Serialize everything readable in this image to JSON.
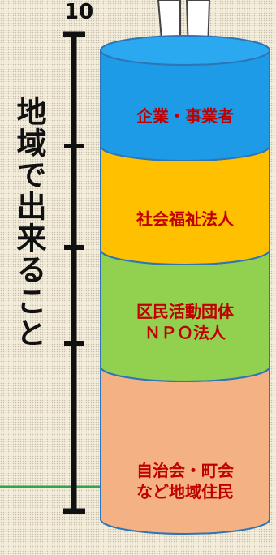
{
  "scale": {
    "top_label": "10",
    "tick_count": 5
  },
  "axis_title": "地域で出来ること",
  "segments": [
    {
      "label": "企業・事業者",
      "color": "#1e9be6"
    },
    {
      "label": "社会福祉法人",
      "color": "#ffc000"
    },
    {
      "label": "区民活動団体\nＮＰＯ法人",
      "color": "#92d050"
    },
    {
      "label": "自治会・町会\nなど地域住民",
      "color": "#f4b183"
    }
  ],
  "colors": {
    "outline": "#2e75b6",
    "text": "#c00000",
    "green_line": "#2ea84a"
  }
}
